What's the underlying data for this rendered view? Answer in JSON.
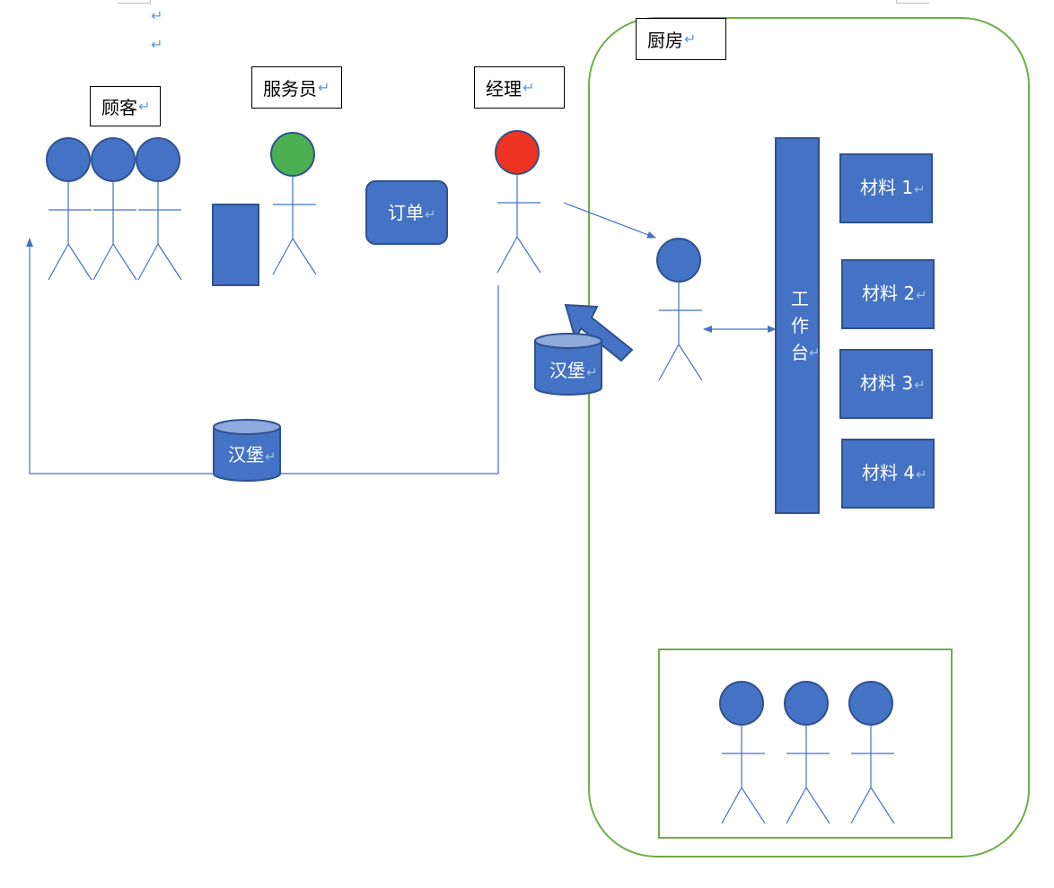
{
  "paragraph_mark": "↵",
  "labels": {
    "customer": "顾客",
    "waiter": "服务员",
    "manager": "经理",
    "kitchen": "厨房"
  },
  "shapes": {
    "order": "订单",
    "burger_top": "汉堡",
    "burger_bottom": "汉堡",
    "workbench": [
      "工",
      "作",
      "台"
    ],
    "materials": [
      "材料 1",
      "材料 2",
      "材料 3",
      "材料 4"
    ]
  },
  "colors": {
    "shape_fill": "#4472c4",
    "shape_stroke": "#2f528f",
    "waiter_head": "#4caf50",
    "manager_head": "#ee3322",
    "kitchen_border": "#70ad47",
    "line": "#4472c4"
  }
}
